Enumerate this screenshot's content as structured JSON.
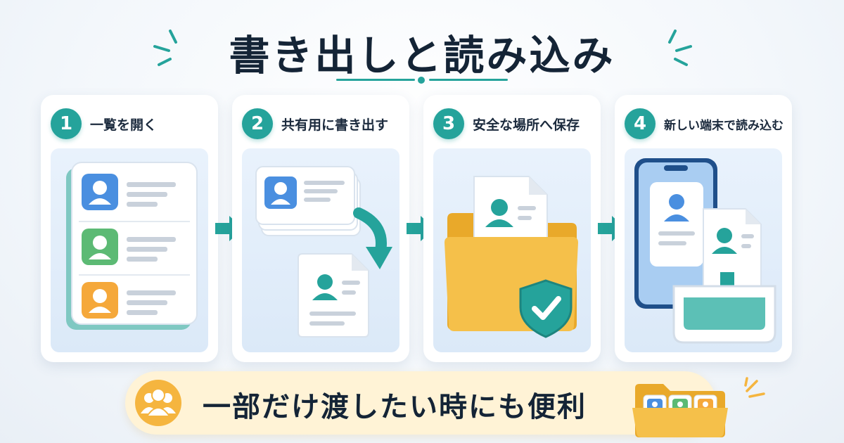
{
  "title": "書き出しと読み込み",
  "steps": [
    {
      "number": "1",
      "label": "一覧を開く"
    },
    {
      "number": "2",
      "label": "共有用に書き出す"
    },
    {
      "number": "3",
      "label": "安全な場所へ保存"
    },
    {
      "number": "4",
      "label": "新しい端末で読み込む"
    }
  ],
  "banner": {
    "text": "一部だけ渡したい時にも便利"
  },
  "colors": {
    "accent": "#25a39b",
    "blue": "#4a8fe0",
    "green": "#5cba74",
    "orange": "#f5a83a",
    "folder": "#f5c04a",
    "banner_bg": "#fff3d6"
  },
  "icons": [
    "contact-list-icon",
    "export-arrow-icon",
    "document-icon",
    "folder-icon",
    "shield-check-icon",
    "smartphone-icon",
    "import-tray-icon",
    "users-group-icon",
    "contacts-folder-icon"
  ]
}
